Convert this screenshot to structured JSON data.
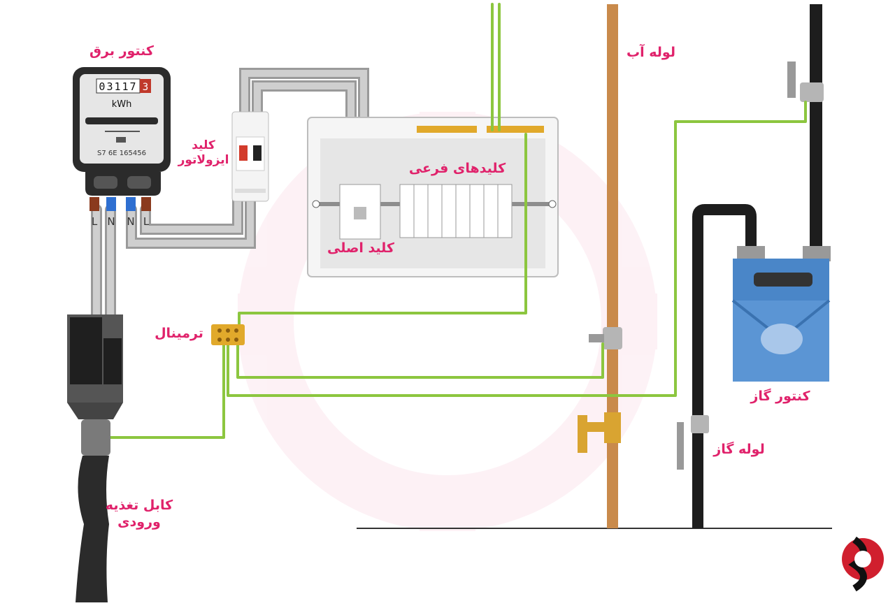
{
  "labels": {
    "electric_meter": "کنتور برق",
    "isolator_switch": "کلید ایزولاتور",
    "sub_switches": "کلیدهای فرعی",
    "main_switch": "کلید اصلی",
    "terminal": "ترمینال",
    "water_pipe": "لوله آب",
    "gas_meter": "کنتور گاز",
    "gas_pipe": "لوله گاز",
    "supply_cable": "کابل تغذیه ورودی"
  },
  "meter": {
    "digits": "03117",
    "last_digit": "3",
    "unit": "kWh",
    "serial": "S7 6E 165456",
    "terminals": [
      "L",
      "N",
      "N",
      "L"
    ]
  },
  "colors": {
    "label_pink": "#e0226b",
    "earth_green": "#8cc63f",
    "copper_pipe": "#c98a4b",
    "gas_pipe_black": "#1d1d1d",
    "gas_meter_blue": "#4a86c8",
    "panel_grey": "#f2f2f2"
  }
}
